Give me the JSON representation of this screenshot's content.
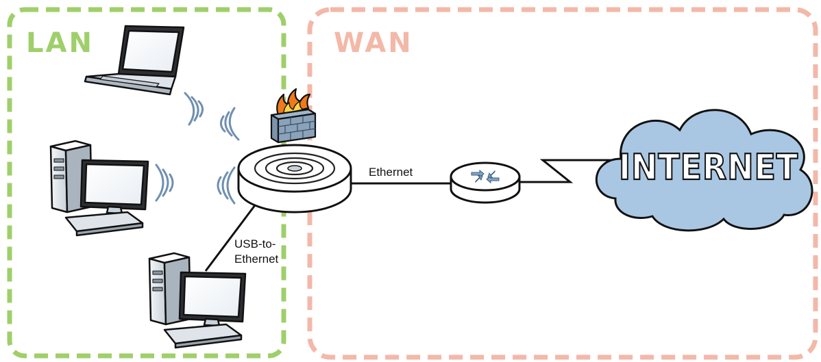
{
  "zones": {
    "lan": {
      "label": "LAN",
      "color": "#9fcf6a"
    },
    "wan": {
      "label": "WAN",
      "color": "#f3b8a8"
    }
  },
  "connections": {
    "ethernet_label": "Ethernet",
    "usb_label_line1": "USB-to-",
    "usb_label_line2": "Ethernet"
  },
  "cloud": {
    "label": "INTERNET",
    "color": "#a9c7e3"
  },
  "icons": [
    "laptop-icon",
    "desktop-computer-icon",
    "wifi-signal-icon",
    "firewall-icon",
    "wireless-router-icon",
    "network-router-icon",
    "internet-cloud-icon"
  ]
}
